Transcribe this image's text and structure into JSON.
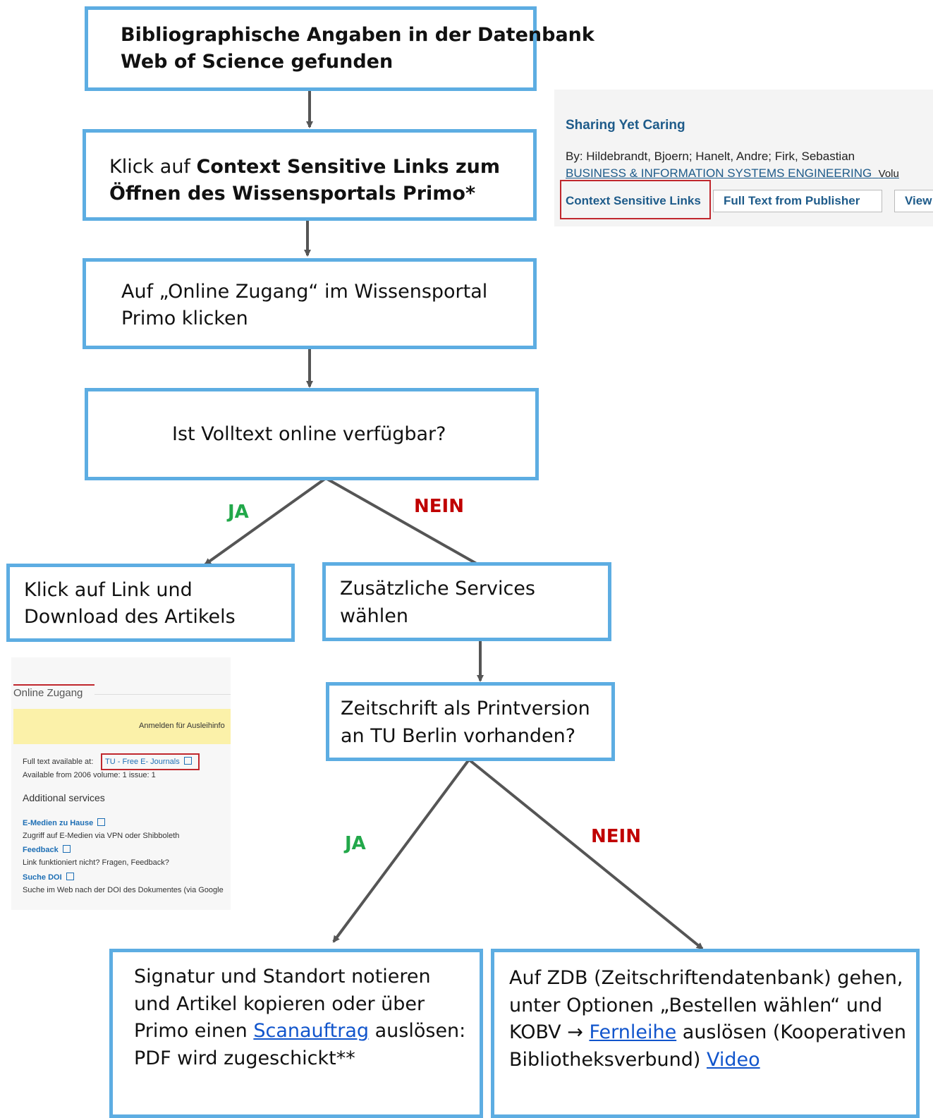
{
  "boxes": {
    "box1": {
      "line1": "Bibliographische Angaben in der Datenbank",
      "line2": "Web of Science gefunden"
    },
    "box2": {
      "pre": "Klick auf ",
      "bold1": "Context Sensitive Links zum",
      "bold2": "Öffnen des Wissensportals Primo*"
    },
    "box3": {
      "line1": "Auf „Online Zugang“ im Wissensportal",
      "line2": "Primo klicken"
    },
    "box4": {
      "text": "Ist Volltext online verfügbar?"
    },
    "box5": {
      "line1": "Klick auf Link und",
      "line2": "Download des Artikels"
    },
    "box6": {
      "line1": "Zusätzliche Services",
      "line2": "wählen"
    },
    "box7": {
      "line1": "Zeitschrift als Printversion",
      "line2": "an TU Berlin vorhanden?"
    },
    "box8": {
      "line1": "Signatur und Standort notieren",
      "line2": "und Artikel kopieren oder über",
      "line3_pre": "Primo einen ",
      "line3_link": "Scanauftrag",
      "line3_post": " auslösen:",
      "line4": "PDF wird zugeschickt**"
    },
    "box9": {
      "line1": "Auf ZDB (Zeitschriftendatenbank) gehen,",
      "line2": "unter Optionen „Bestellen wählen“ und",
      "line3_pre": "KOBV → ",
      "line3_link": "Fernleihe",
      "line3_post": " auslösen (Kooperativen",
      "line4_pre": "Bibliotheksverbund) ",
      "line4_link": "Video"
    }
  },
  "labels": {
    "ja1": "JA",
    "nein1": "NEIN",
    "ja2": "JA",
    "nein2": "NEIN"
  },
  "wos": {
    "title": "Sharing Yet Caring",
    "authors": "By: Hildebrandt, Bjoern; Hanelt, Andre; Firk, Sebastian",
    "journal": "BUSINESS & INFORMATION SYSTEMS ENGINEERING",
    "volume": "Volu",
    "btn_csl": "Context Sensitive Links",
    "btn_fulltext": "Full Text from Publisher",
    "btn_view": "View"
  },
  "primo": {
    "tab": "Online Zugang",
    "banner": "Anmelden für Ausleihinfo",
    "fulltext_label": "Full text available at:",
    "fulltext_link": "TU - Free E- Journals",
    "available": "Available from 2006 volume: 1 issue: 1",
    "additional": "Additional services",
    "services": [
      {
        "name": "E-Medien zu Hause",
        "desc": "Zugriff auf E-Medien via VPN oder Shibboleth"
      },
      {
        "name": "Feedback",
        "desc": "Link funktioniert nicht? Fragen, Feedback?"
      },
      {
        "name": "Suche DOI",
        "desc": "Suche im Web nach der DOI des Dokumentes (via Google"
      }
    ]
  },
  "colors": {
    "box_border": "#5dade2",
    "arrow": "#555555",
    "ja": "#22a84a",
    "nein": "#c00000"
  }
}
